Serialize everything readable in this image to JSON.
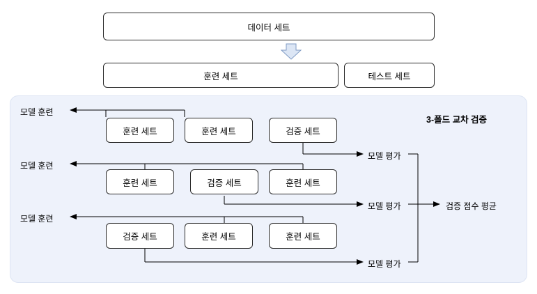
{
  "diagram": {
    "title_top": "데이터 세트",
    "train_set_top": "훈련 세트",
    "test_set_top": "테스트 세트",
    "panel_title": "3-폴드 교차 검증",
    "final_label": "검증 점수 평균",
    "arrow_icon": "down-arrow-icon",
    "folds": [
      {
        "model_train_label": "모델 훈련",
        "cells": [
          "훈련 세트",
          "훈련 세트",
          "검증 세트"
        ],
        "eval_label": "모델 평가"
      },
      {
        "model_train_label": "모델 훈련",
        "cells": [
          "훈련 세트",
          "검증 세트",
          "훈련 세트"
        ],
        "eval_label": "모델 평가"
      },
      {
        "model_train_label": "모델 훈련",
        "cells": [
          "검증 세트",
          "훈련 세트",
          "훈련 세트"
        ],
        "eval_label": "모델 평가"
      }
    ],
    "colors": {
      "panel_fill": "#eef2fb",
      "panel_border": "#dde4f3",
      "box_border": "#2b2b2b",
      "arrow_fill": "#dce6f5",
      "arrow_stroke": "#7f9bc4",
      "line": "#000000"
    }
  }
}
